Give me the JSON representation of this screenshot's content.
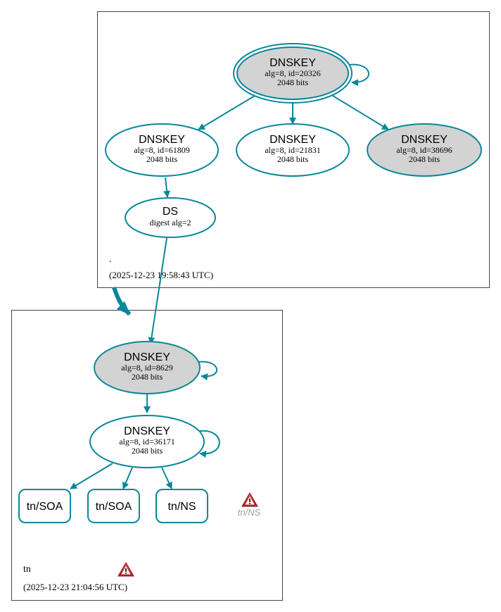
{
  "colors": {
    "edge": "#0a879a",
    "node_fill_gray": "#d3d3d3",
    "node_fill_white": "#ffffff",
    "cluster_border": "#444444",
    "warning_red": "#c0282d",
    "faded_text": "#a0a0a0"
  },
  "zones": {
    "root": {
      "name": ".",
      "timestamp": "(2025-12-23 19:58:43 UTC)"
    },
    "tn": {
      "name": "tn",
      "timestamp": "(2025-12-23 21:04:56 UTC)",
      "warning_icon": "warning-triangle-icon"
    }
  },
  "nodes": {
    "root_ksk": {
      "title": "DNSKEY",
      "line1": "alg=8, id=20326",
      "line2": "2048 bits"
    },
    "root_zsk_61809": {
      "title": "DNSKEY",
      "line1": "alg=8, id=61809",
      "line2": "2048 bits"
    },
    "root_zsk_21831": {
      "title": "DNSKEY",
      "line1": "alg=8, id=21831",
      "line2": "2048 bits"
    },
    "root_ksk_38696": {
      "title": "DNSKEY",
      "line1": "alg=8, id=38696",
      "line2": "2048 bits"
    },
    "ds": {
      "title": "DS",
      "line1": "digest alg=2"
    },
    "tn_ksk": {
      "title": "DNSKEY",
      "line1": "alg=8, id=8629",
      "line2": "2048 bits"
    },
    "tn_zsk": {
      "title": "DNSKEY",
      "line1": "alg=8, id=36171",
      "line2": "2048 bits"
    },
    "rr_soa_1": {
      "label": "tn/SOA"
    },
    "rr_soa_2": {
      "label": "tn/SOA"
    },
    "rr_ns": {
      "label": "tn/NS"
    },
    "rr_ns_warn": {
      "label": "tn/NS",
      "icon": "warning-triangle-icon"
    }
  }
}
